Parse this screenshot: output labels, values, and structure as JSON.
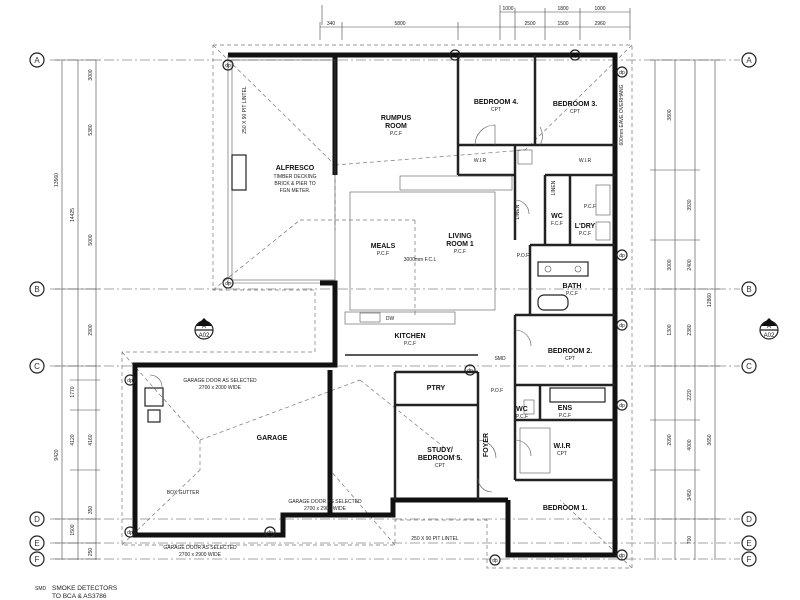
{
  "grid_labels": [
    "A",
    "B",
    "C",
    "D",
    "E",
    "F"
  ],
  "rooms": {
    "rumpus": {
      "name": "RUMPUS",
      "name2": "ROOM",
      "finish": "P.C.F"
    },
    "bed4": {
      "name": "BEDROOM 4.",
      "finish": "CPT"
    },
    "bed3": {
      "name": "BEDROOM 3.",
      "finish": "CPT"
    },
    "alfresco": {
      "name": "ALFRESCO",
      "line2": "TIMBER DECKING",
      "line3": "BRICK & PIER TO",
      "line4": "FGN METER."
    },
    "meals": {
      "name": "MEALS",
      "finish": "P.C.F"
    },
    "living": {
      "name": "LIVING",
      "name2": "ROOM 1",
      "finish": "P.C.F"
    },
    "kitchen": {
      "name": "KITCHEN",
      "finish": "P.C.F"
    },
    "wc1": {
      "name": "WC",
      "finish": "F.C.F"
    },
    "ldry": {
      "name": "L'DRY",
      "finish": "P.C.F"
    },
    "bath": {
      "name": "BATH",
      "finish": "P.C.F"
    },
    "bed2": {
      "name": "BEDROOM 2.",
      "finish": "CPT"
    },
    "garage": {
      "name": "GARAGE"
    },
    "ptry": {
      "name": "PTRY"
    },
    "study": {
      "name": "STUDY/",
      "name2": "BEDROOM 5.",
      "finish": "CPT"
    },
    "foyer": {
      "name": "FOYER"
    },
    "ens": {
      "name": "ENS",
      "finish": "P.C.F"
    },
    "wc2": {
      "name": "WC",
      "finish": "P.C.F"
    },
    "wir_master": {
      "name": "W.I.R",
      "finish": "CPT"
    },
    "bed1": {
      "name": "BEDROOM 1."
    },
    "wir4": {
      "name": "W.I.R"
    },
    "wir3": {
      "name": "W.I.R"
    }
  },
  "notes": {
    "garage_door_top": "GARAGE DOOR AS SELECTED",
    "garage_door_top_size": "2700 x 2000 WIDE",
    "garage_door_mid": "GARAGE DOOR AS SELECTED",
    "garage_door_mid_size": "2700 x 2900 WIDE",
    "garage_door_bottom": "GARAGE DOOR AS SELECTED",
    "garage_door_bottom_size": "2700 x 2900 WIDE",
    "box_gutter": "BOX GUTTER",
    "lintel_porch": "250 X 90 PIT LINTEL",
    "lintel_alfresco": "250 X 90 PIT LINTEL",
    "ceiling": "3000mm F.C.L",
    "dw": "DW",
    "eaves": "600mm EAVE OVERHANG",
    "pof1": "P.O.F",
    "pof2": "P.O.F",
    "pcf_hall": "P.C.F",
    "smd": "SMD",
    "linen": "LINEN",
    "linen2": "LINEN"
  },
  "dims": {
    "top": [
      "340",
      "5800",
      "1000",
      "2500",
      "1800",
      "1000",
      "1500",
      "2960"
    ],
    "left": [
      "3000",
      "13560",
      "5380",
      "14425",
      "5000",
      "2900",
      "9420",
      "1770",
      "4160",
      "4120",
      "350",
      "1500",
      "250"
    ],
    "right": [
      "3800",
      "3930",
      "2400",
      "3000",
      "12860",
      "1300",
      "2380",
      "2220",
      "2090",
      "4000",
      "3650",
      "3450",
      "700"
    ]
  },
  "section": {
    "mark": "A",
    "sheet": "A02"
  },
  "downpipe": "dp",
  "legend": {
    "symbol": "SMD",
    "text1": "SMOKE DETECTORS",
    "text2": "TO BCA & AS3786"
  }
}
